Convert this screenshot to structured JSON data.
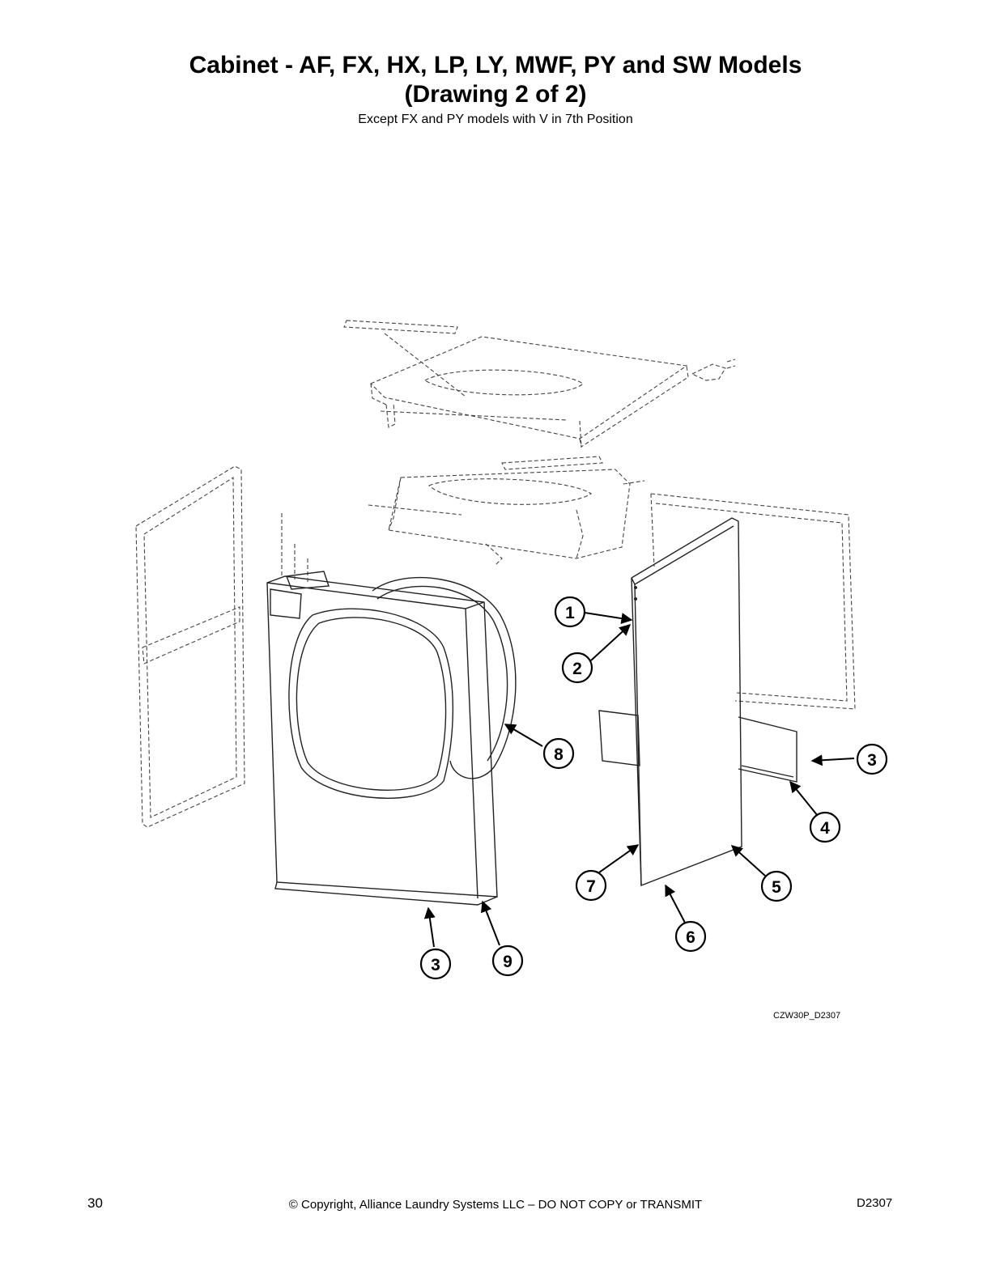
{
  "header": {
    "title_line1": "Cabinet - AF, FX, HX, LP, LY, MWF, PY and SW Models",
    "title_line2": "(Drawing 2 of 2)",
    "subtitle": "Except FX and PY models with V in 7th Position"
  },
  "drawing": {
    "drawing_id": "CZW30P_D2307",
    "callouts": [
      "1",
      "2",
      "3",
      "4",
      "5",
      "6",
      "7",
      "8",
      "3",
      "9"
    ]
  },
  "footer": {
    "page_number": "30",
    "copyright": "© Copyright, Alliance Laundry Systems LLC – DO NOT COPY or TRANSMIT",
    "doc_code": "D2307"
  }
}
